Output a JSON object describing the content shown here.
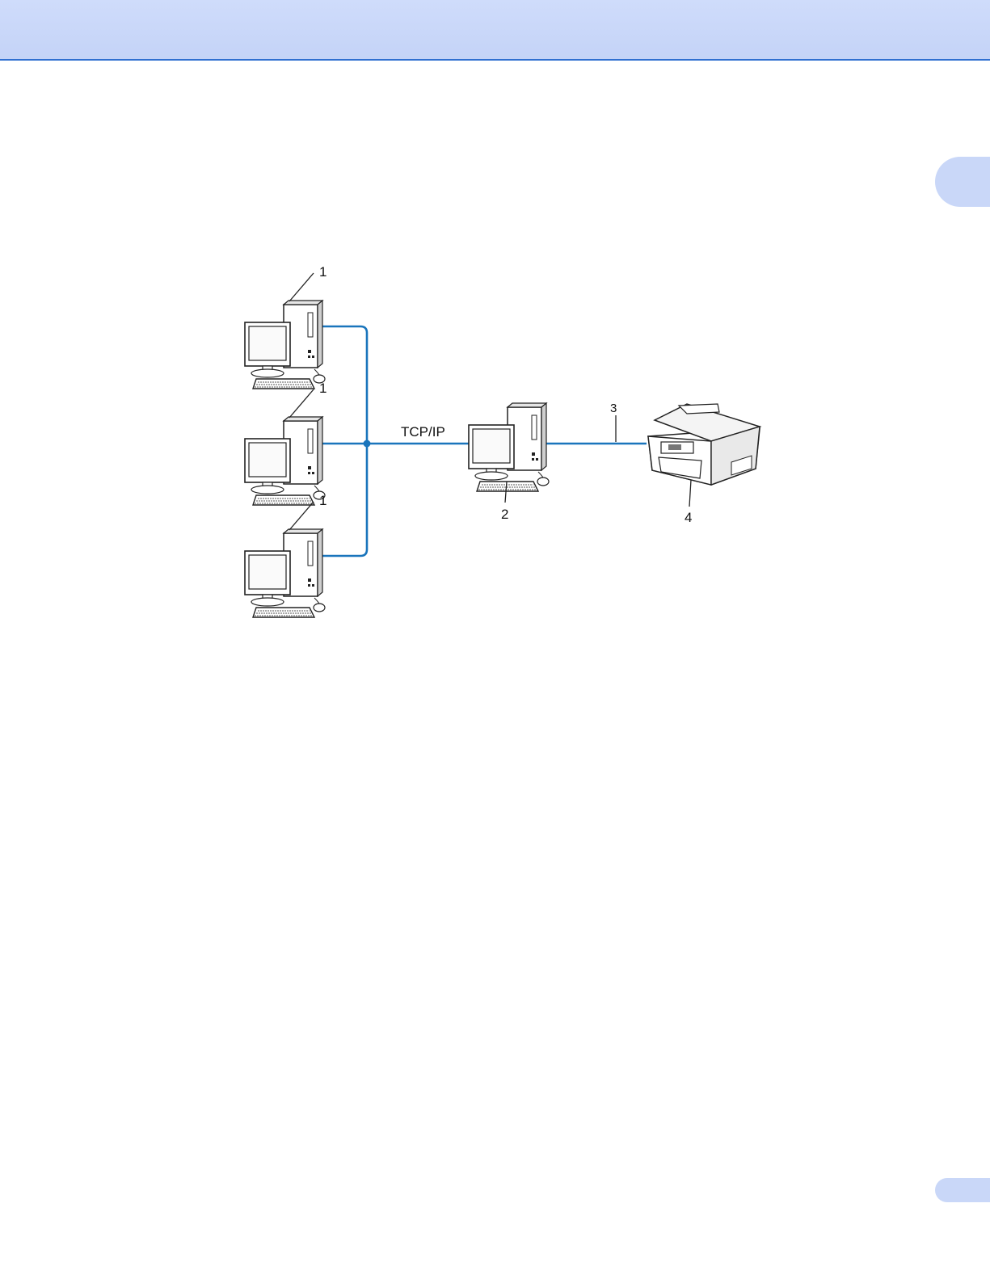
{
  "diagram": {
    "protocol_label": "TCP/IP",
    "callouts": {
      "client_1": "1",
      "client_2": "1",
      "client_3": "1",
      "server": "2",
      "cable": "3",
      "printer": "4"
    },
    "colors": {
      "network_line": "#1a75bc",
      "header": "#c9d7f8",
      "header_rule": "#2f6fd0"
    }
  }
}
